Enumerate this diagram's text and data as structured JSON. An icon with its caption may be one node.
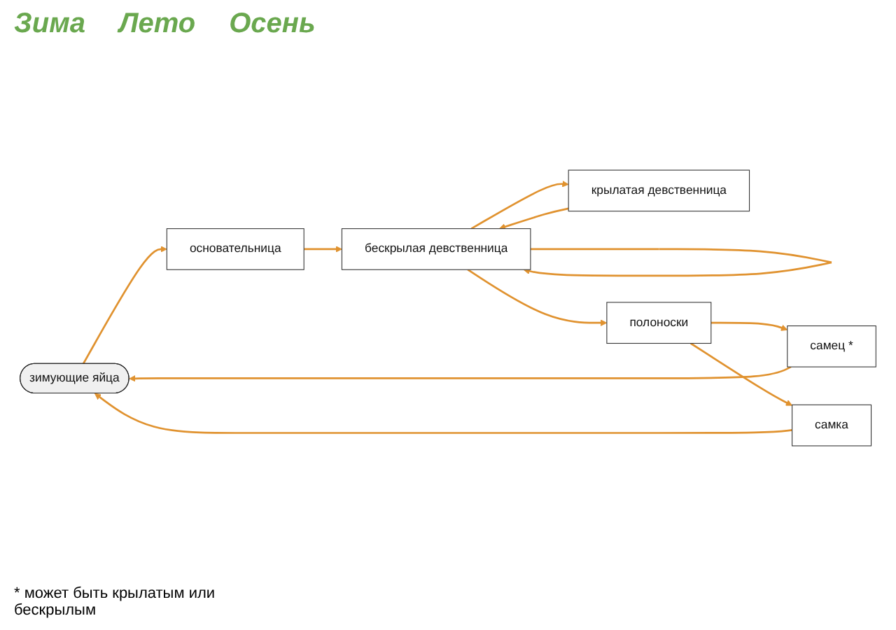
{
  "diagram": {
    "nodes": [
      {
        "text": [
          "зимующие яйца"
        ]
      },
      {
        "text": [
          "основательница"
        ]
      },
      {
        "text": [
          "бескрылая девственница"
        ]
      },
      {
        "text": [
          "крылатая девственница"
        ]
      },
      {
        "text": [
          "полоноски"
        ]
      },
      {
        "text": [
          "самец *"
        ]
      },
      {
        "text": [
          "самка"
        ]
      }
    ],
    "edges": [
      {
        "from": 0,
        "to": 1,
        "arrow": "to"
      },
      {
        "from": 1,
        "to": 2,
        "arrow": "to"
      },
      {
        "from": 2,
        "to": 2,
        "arrow": "to"
      },
      {
        "from": 2,
        "to": 3,
        "arrow": "to"
      },
      {
        "from": 3,
        "to": 2,
        "arrow": "to"
      },
      {
        "from": 2,
        "to": 4,
        "arrow": "to"
      },
      {
        "from": 4,
        "to": 5,
        "arrow": "to"
      },
      {
        "from": 4,
        "to": 6,
        "arrow": "to"
      },
      {
        "from": 5,
        "to": 0,
        "arrow": "to"
      },
      {
        "from": 6,
        "to": 0,
        "arrow": "to"
      }
    ],
    "labels": [
      "Зима",
      "Лето",
      "Осень",
      "* может быть крылатым или бескрылым"
    ]
  }
}
